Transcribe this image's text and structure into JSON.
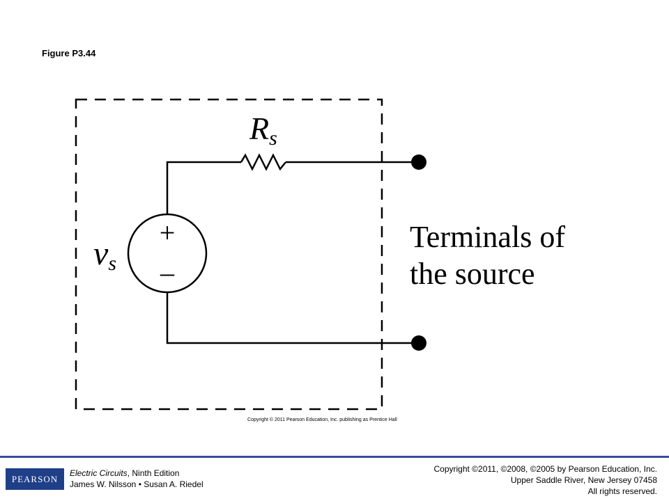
{
  "figure": {
    "label": "Figure P3.44",
    "copyright": "Copyright © 2011 Pearson Education, Inc. publishing as Prentice Hall"
  },
  "diagram": {
    "resistor": {
      "symbol": "R",
      "subscript": "s"
    },
    "source": {
      "symbol": "v",
      "subscript": "s",
      "plus": "+",
      "minus": "–"
    },
    "terminals_label": [
      "Terminals of",
      "the source"
    ]
  },
  "footer": {
    "logo": "PEARSON",
    "book_title": "Electric Circuits",
    "book_edition": ", Ninth Edition",
    "authors": "James W. Nilsson • Susan A. Riedel",
    "copyright_line": "Copyright ©2011, ©2008, ©2005 by Pearson Education, Inc.",
    "address": "Upper Saddle River, New Jersey 07458",
    "rights": "All rights reserved."
  }
}
